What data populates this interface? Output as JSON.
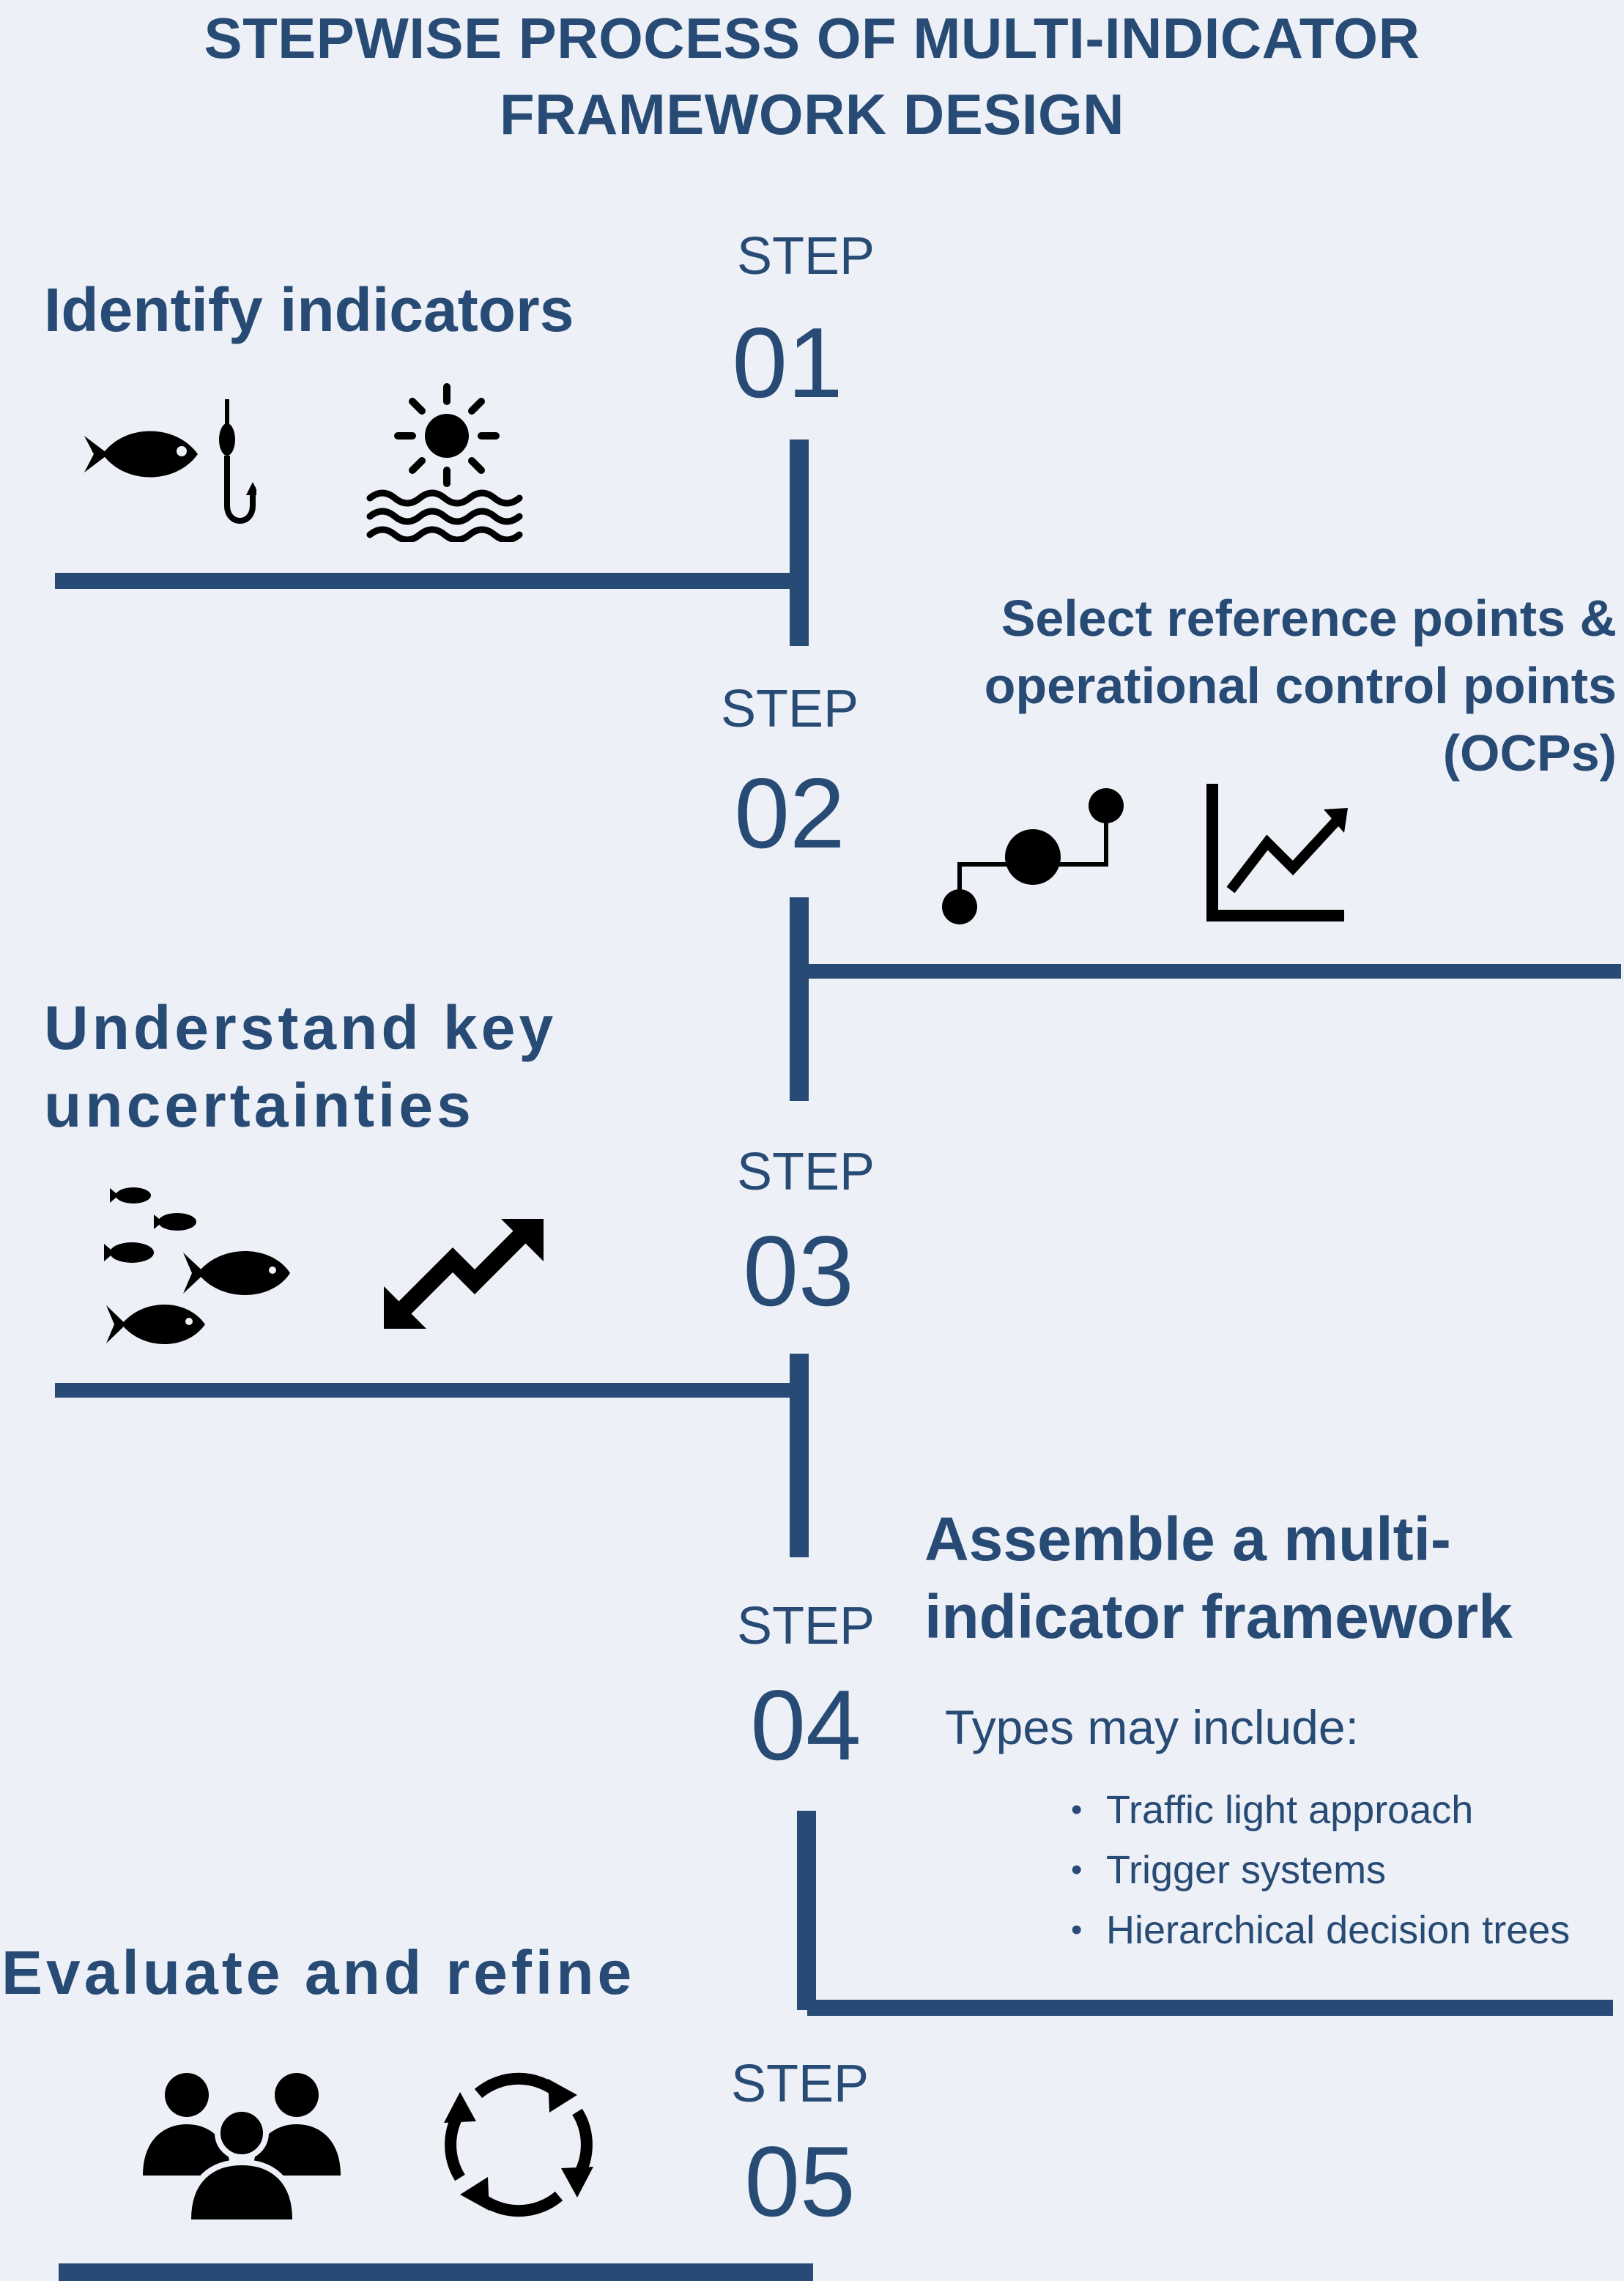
{
  "title": {
    "line1": "STEPWISE PROCESS OF MULTI-INDICATOR",
    "line2": "FRAMEWORK DESIGN"
  },
  "steps": [
    {
      "word": "STEP",
      "number": "01",
      "heading": [
        "Identify indicators"
      ],
      "icons": [
        "fish-hook-icon",
        "sun-water-icon"
      ]
    },
    {
      "word": "STEP",
      "number": "02",
      "heading": [
        "Select reference points &",
        "operational control points",
        "(OCPs)"
      ],
      "icons": [
        "connected-points-icon",
        "line-chart-icon"
      ]
    },
    {
      "word": "STEP",
      "number": "03",
      "heading": [
        "Understand key",
        "uncertainties"
      ],
      "icons": [
        "fish-school-icon",
        "zigzag-arrow-icon"
      ]
    },
    {
      "word": "STEP",
      "number": "04",
      "heading": [
        "Assemble a multi-",
        "indicator framework"
      ],
      "types_label": "Types may include:",
      "types": [
        "Traffic light approach",
        "Trigger systems",
        "Hierarchical decision trees"
      ]
    },
    {
      "word": "STEP",
      "number": "05",
      "heading": [
        "Evaluate and refine"
      ],
      "icons": [
        "people-group-icon",
        "cycle-arrows-icon"
      ]
    }
  ],
  "colors": {
    "primary": "#274b75",
    "background": "#edf0f6",
    "icon": "#000000"
  }
}
